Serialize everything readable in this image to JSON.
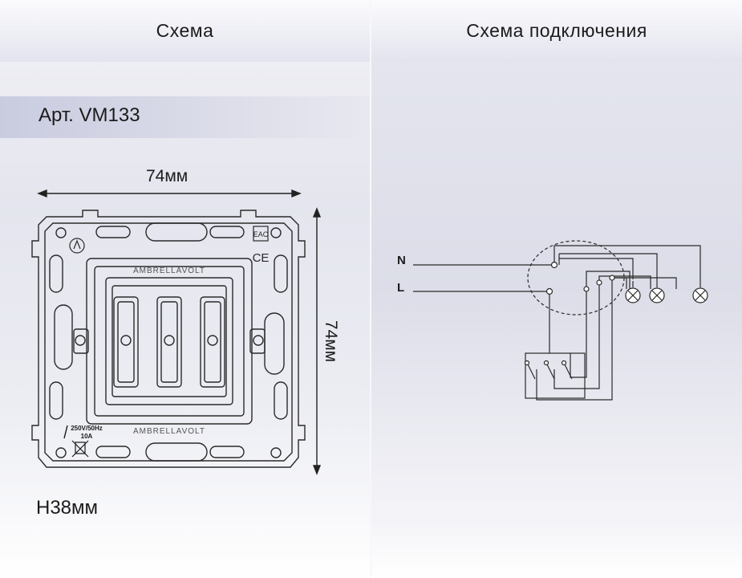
{
  "header": {
    "left_title": "Схема",
    "right_title": "Схема подключения"
  },
  "product": {
    "article": "Арт. VM133",
    "width_label": "74мм",
    "height_label": "74мм",
    "depth_label": "H38мм"
  },
  "device": {
    "brand_top": "AMBRELLAVOLT",
    "brand_bottom": "AMBRELLAVOLT",
    "rating_line1": "250V/50Hz",
    "rating_line2": "10A"
  },
  "wiring": {
    "neutral_label": "N",
    "line_label": "L",
    "lamp_count": 3,
    "switch_count": 3
  }
}
